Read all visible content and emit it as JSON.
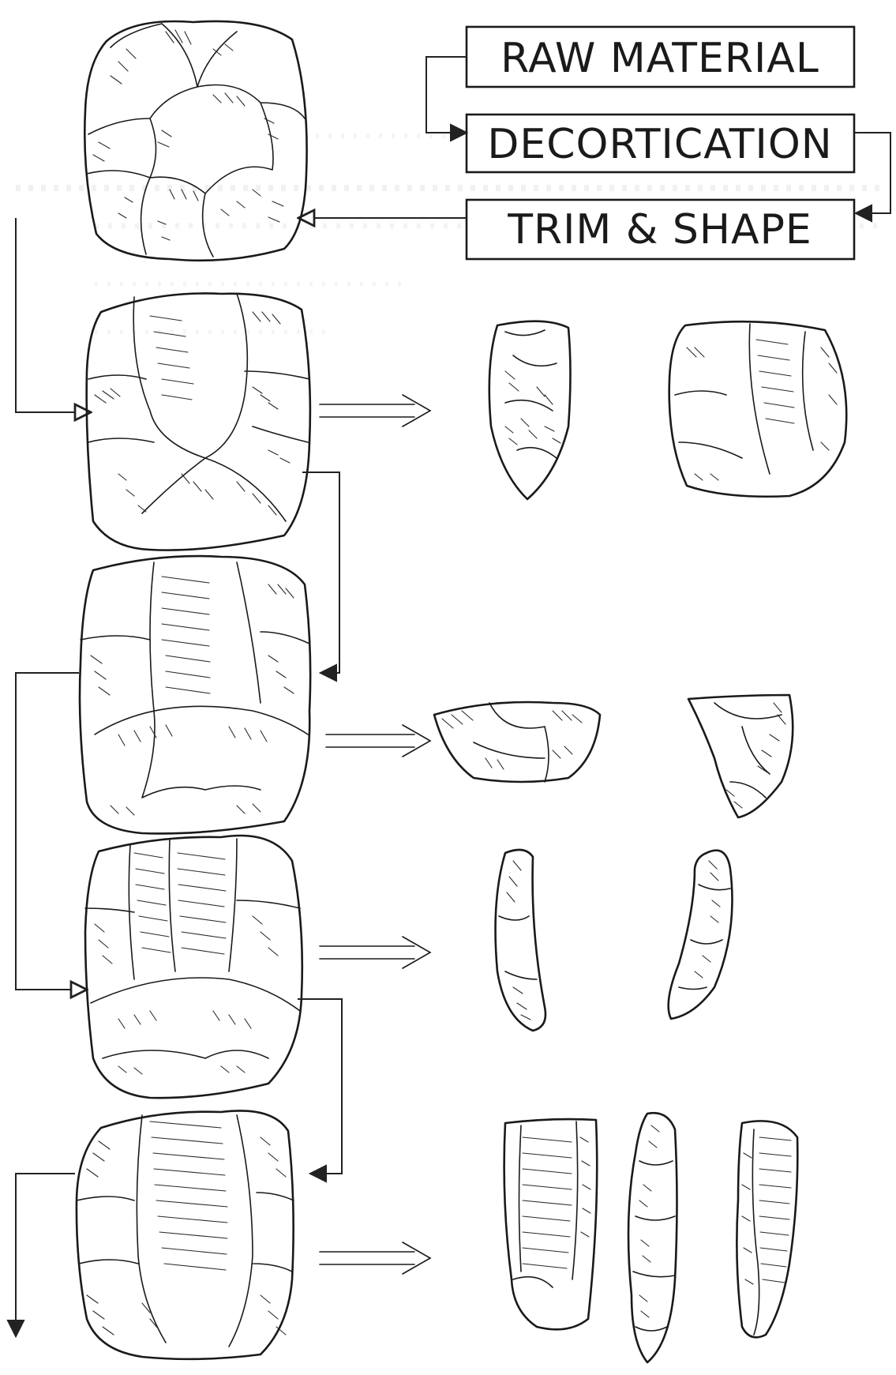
{
  "boxes": {
    "raw_material": "RAW  MATERIAL",
    "decortication": "DECORTICATION",
    "trim_shape": "TRIM  &  SHAPE"
  },
  "stages": [
    {
      "core": "cortex-nodule",
      "products": [
        "trimming-flake",
        "trimming-flake"
      ]
    },
    {
      "core": "first-blade-removed",
      "products": [
        "cortical-flake",
        "cortical-flake"
      ]
    },
    {
      "core": "crested-core",
      "products": [
        "crested-blade",
        "crested-blade"
      ]
    },
    {
      "core": "blade-core",
      "products": [
        "blade",
        "blade",
        "blade"
      ]
    }
  ],
  "colors": {
    "ink": "#1a1a1a",
    "paper": "#ffffff"
  }
}
